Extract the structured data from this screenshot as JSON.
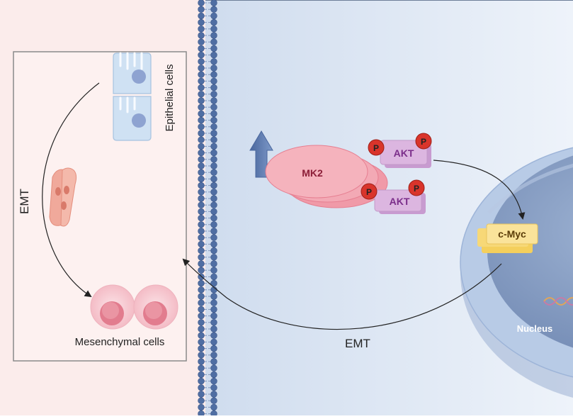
{
  "labels": {
    "epithelial": "Epithelial cells",
    "emt_left": "EMT",
    "mesenchymal": "Mesenchymal cells",
    "mk2": "MK2",
    "akt_1": "AKT",
    "akt_2": "AKT",
    "phospho": "P",
    "cmyc": "c-Myc",
    "nucleus": "Nucleus",
    "emt_bottom": "EMT"
  },
  "icons": {
    "upregulation": "up-arrow-icon",
    "dna": "dna-helix-icon"
  },
  "colors": {
    "extracellular_bg": "#fbeceb",
    "cytoplasm_bg": "#dfe8f4",
    "membrane": "#4f6ea3",
    "mk2": "#f3a4b0",
    "akt": "#dcb6e0",
    "akt_text": "#7b2e8a",
    "phospho": "#d9342b",
    "cmyc": "#f9dc7a",
    "nucleus": "#8fa6c9",
    "epithelial": "#cfe1f3",
    "mesenchymal": "#f7c7cf",
    "emt_intermediate": "#f0a99b"
  }
}
